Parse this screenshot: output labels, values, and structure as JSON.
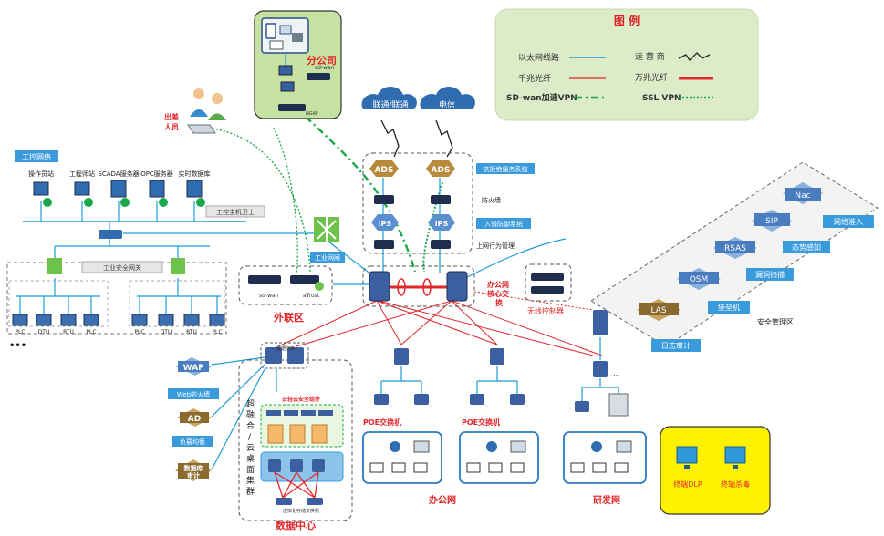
{
  "legend": {
    "title": "图 例",
    "ethernet": "以太网线路",
    "carrier": "运 营 商",
    "gigabit": "千兆光纤",
    "ten_gigabit": "万兆光纤",
    "sdwan": "SD-wan加速VPN",
    "ssl": "SSL VPN"
  },
  "branch": {
    "title": "分公司",
    "device1": "sd-wan",
    "device2": "NGAF"
  },
  "traveler": "出差\n人员",
  "clouds": {
    "unicom": "联通/联通",
    "telecom": "电信"
  },
  "core": {
    "ads1": "ADS",
    "ads2": "ADS",
    "ips1": "IPS",
    "ips2": "IPS",
    "anti_ddos": "抗拒绝服务系统",
    "firewall": "防火墙",
    "ips_label": "入侵防御系统",
    "behavior": "上网行为管理",
    "core_switch": "办公网\n核心交换",
    "wlan": "无线控制器",
    "fw_industrial": "工业网闸"
  },
  "ics": {
    "title": "工控网络",
    "hosts": [
      "操作员站",
      "工程师站",
      "SCADA服务器",
      "OPC服务器",
      "实时数据库"
    ],
    "guard": "工控主机卫士",
    "gateway": "工业安全网关",
    "devices": [
      "PLC",
      "DTU",
      "RTU",
      "PLC",
      "PLC",
      "DTU",
      "RTU",
      "PLC"
    ],
    "dots": "•••"
  },
  "extranet": {
    "title": "外联区",
    "sdwan": "sd-wan",
    "atrust": "aTrust"
  },
  "security": {
    "zone": "安全管理区",
    "nac": "Nac",
    "nac_label": "网络准入",
    "sip": "SIP",
    "sip_label": "态势感知",
    "rsas": "RSAS",
    "rsas_label": "漏洞扫描",
    "osm": "OSM",
    "osm_label": "堡垒机",
    "las": "LAS",
    "las_label": "日志审计"
  },
  "datacenter": {
    "title": "数据中心",
    "waf": "WAF",
    "waf_label": "Web防火墙",
    "ad": "AD",
    "ad_label": "负载均衡",
    "db": "数据库\n审计",
    "cloud_sec": "云轻云安全组件",
    "hci": "超\n融\n合\n/\n云\n桌\n面\n集\n群",
    "storage": "虚拟化存储交换机",
    "switch_label": "数据交换"
  },
  "office": {
    "title": "办公网",
    "poe1": "POE交换机",
    "poe2": "POE交换机"
  },
  "rnd": {
    "title": "研发网"
  },
  "endpoint": {
    "dlp": "终端DLP",
    "av": "终端杀毒"
  },
  "colors": {
    "blue": "#1b9cd8",
    "red": "#e3262a",
    "green": "#1aa84a",
    "navy": "#2b4f8c",
    "label_bg": "#3a9bdc"
  }
}
